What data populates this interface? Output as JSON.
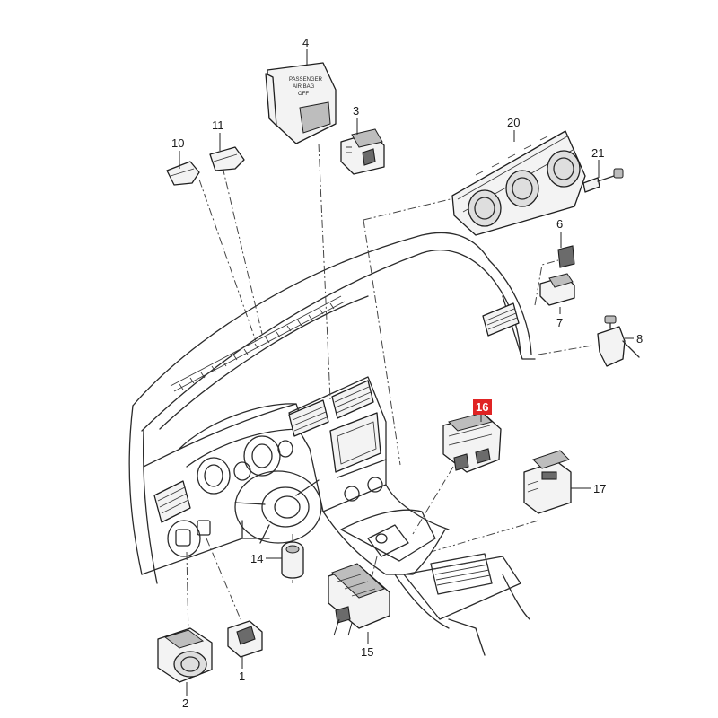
{
  "diagram": {
    "highlight_color": "#e02424",
    "callouts": {
      "c1": "1",
      "c2": "2",
      "c3": "3",
      "c4": "4",
      "c6": "6",
      "c7": "7",
      "c8": "8",
      "c10": "10",
      "c11": "11",
      "c14": "14",
      "c15": "15",
      "c16": "16",
      "c17": "17",
      "c20": "20",
      "c21": "21"
    },
    "airbag_label": {
      "line1": "PASSENGER",
      "line2": "AIR BAG",
      "line3": "OFF"
    }
  }
}
